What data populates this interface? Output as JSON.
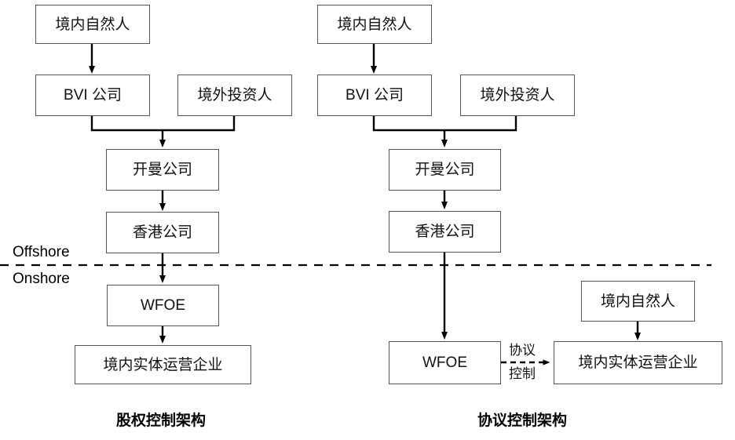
{
  "diagram": {
    "title_left": "股权控制架构",
    "title_right": "协议控制架构",
    "region_upper": "Offshore",
    "region_lower": "Onshore",
    "divider": "dashed-horizontal-line",
    "left_structure": {
      "nodes": [
        {
          "id": "l-natural-person",
          "label": "境内自然人"
        },
        {
          "id": "l-bvi",
          "label": "BVI 公司"
        },
        {
          "id": "l-offshore-investor",
          "label": "境外投资人"
        },
        {
          "id": "l-cayman",
          "label": "开曼公司"
        },
        {
          "id": "l-hongkong",
          "label": "香港公司"
        },
        {
          "id": "l-wfoe",
          "label": "WFOE"
        },
        {
          "id": "l-operating-entity",
          "label": "境内实体运营企业"
        }
      ]
    },
    "right_structure": {
      "nodes": [
        {
          "id": "r-natural-person",
          "label": "境内自然人"
        },
        {
          "id": "r-bvi",
          "label": "BVI 公司"
        },
        {
          "id": "r-offshore-investor",
          "label": "境外投资人"
        },
        {
          "id": "r-cayman",
          "label": "开曼公司"
        },
        {
          "id": "r-hongkong",
          "label": "香港公司"
        },
        {
          "id": "r-wfoe",
          "label": "WFOE"
        },
        {
          "id": "r-natural-person-2",
          "label": "境内自然人"
        },
        {
          "id": "r-operating-entity",
          "label": "境内实体运营企业"
        }
      ],
      "control_label_line1": "协议",
      "control_label_line2": "控制"
    },
    "colors": {
      "box_border": "#555555",
      "connector": "#000000",
      "background": "#ffffff",
      "text": "#111111"
    }
  }
}
